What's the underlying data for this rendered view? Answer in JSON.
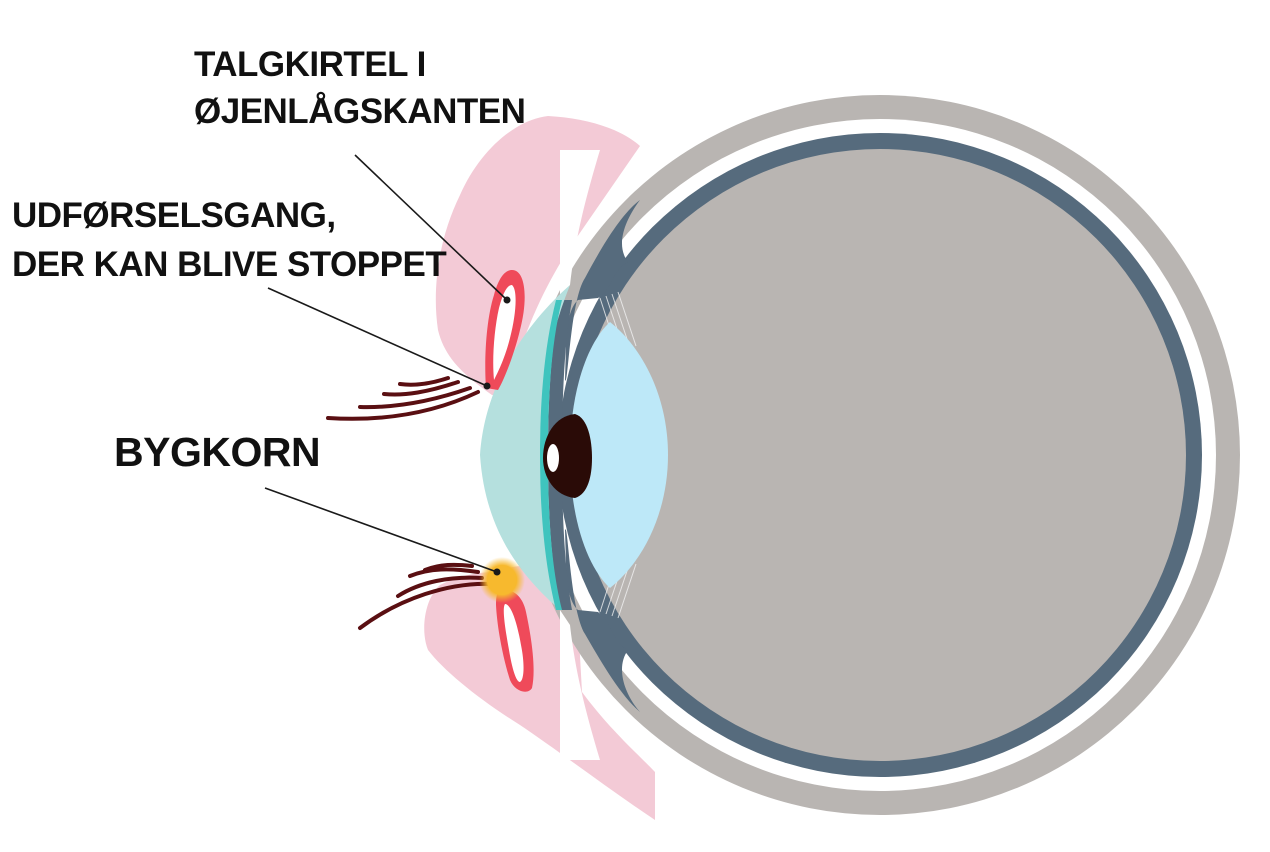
{
  "labels": {
    "gland": {
      "line1": "TALGKIRTEL I",
      "line2": "ØJENLÅGSKANTEN"
    },
    "duct": {
      "line1": "UDFØRSELSGANG,",
      "line2": "DER KAN BLIVE STOPPET"
    },
    "stye": "BYGKORN"
  },
  "colors": {
    "sclera": "#b9b5b2",
    "sclera_rim": "#ffffff",
    "retina_band": "#566b7d",
    "lens": "#bde8f8",
    "cornea": "#b5e0de",
    "cornea_edge": "#3fc4be",
    "pupil": "#2a0b07",
    "eyelid": "#f3cad6",
    "gland_outline": "#ef4a5a",
    "stye": "#f7b92e",
    "eyelash": "#5a0f12",
    "text": "#111111"
  }
}
